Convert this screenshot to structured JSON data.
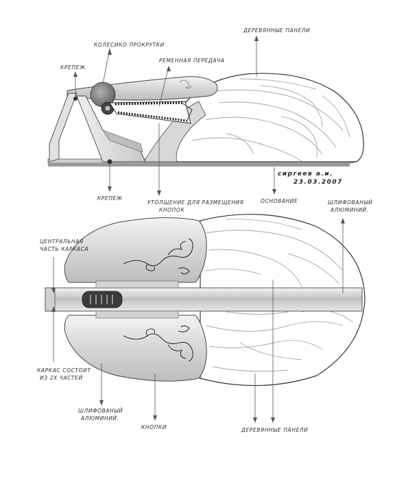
{
  "labels": {
    "wood_panels_top": "деревянные панели",
    "scroll_wheel": "колесико прокрутки",
    "mount_top": "крепеж",
    "belt_drive": "ременная передача",
    "signature": "сиргеев а.и.",
    "date": "23.03.2007",
    "mount_bottom": "крепеж",
    "thickening_line1": "утолщение для размещения",
    "thickening_line2": "кнопок",
    "base": "основание",
    "polished_aluminum_top_line1": "шлифованый",
    "polished_aluminum_top_line2": "алюминий.",
    "central_frame_line1": "центральная",
    "central_frame_line2": "часть каркаса",
    "frame_two_parts_line1": "каркас состоит",
    "frame_two_parts_line2": "из 2х частей",
    "polished_aluminum_bottom_line1": "шлифованый",
    "polished_aluminum_bottom_line2": "алюминий.",
    "buttons": "кнопки",
    "wood_panels_bottom": "деревянные панели"
  },
  "colors": {
    "ink": "#2f2f2f",
    "aluminum": "#dcdcdc",
    "wood_grain": "#8a8a8a",
    "shadow": "#9a9a9a"
  }
}
